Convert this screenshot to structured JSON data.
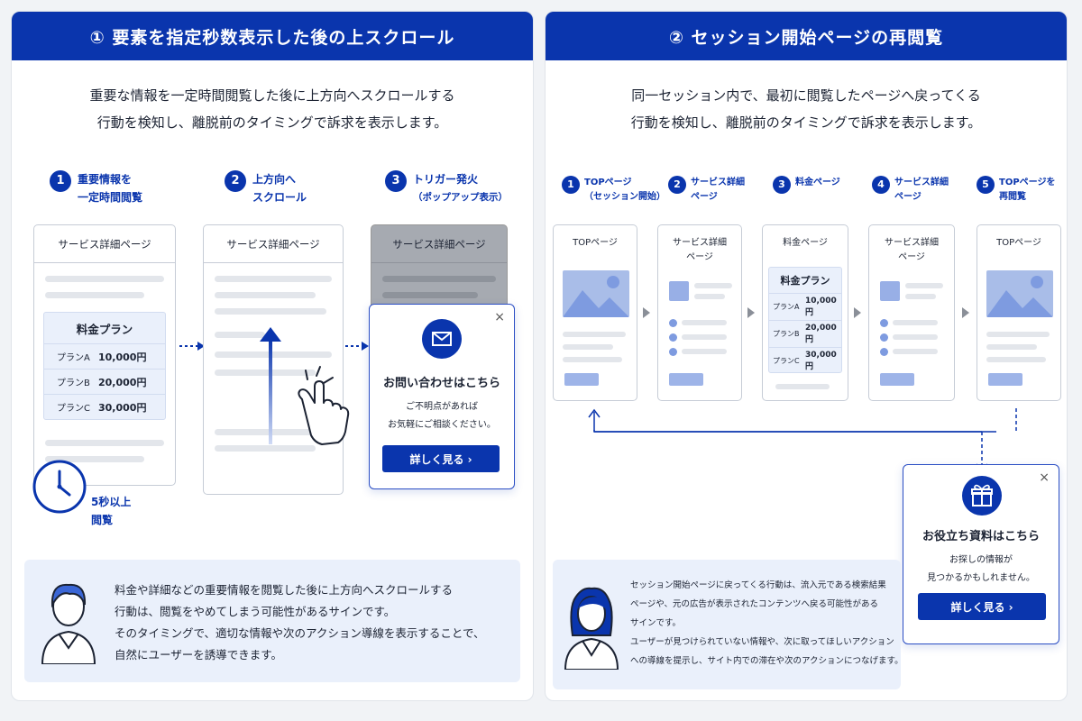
{
  "left": {
    "header": "① 要素を指定秒数表示した後の上スクロール",
    "intro": [
      "重要な情報を一定時間閲覧した後に上方向へスクロールする",
      "行動を検知し、離脱前のタイミングで訴求を表示します。"
    ],
    "steps": [
      {
        "num": "1",
        "lines": [
          "重要情報を",
          "一定時間閲覧"
        ]
      },
      {
        "num": "2",
        "lines": [
          "上方向へ",
          "スクロール"
        ]
      },
      {
        "num": "3",
        "lines": [
          "トリガー発火",
          "（ポップアップ表示）"
        ]
      }
    ],
    "page_title": "サービス詳細ページ",
    "price": {
      "title": "料金プラン",
      "rows": [
        {
          "plan": "プランA",
          "price": "10,000円"
        },
        {
          "plan": "プランB",
          "price": "20,000円"
        },
        {
          "plan": "プランC",
          "price": "30,000円"
        }
      ]
    },
    "clock_label": [
      "5秒以上",
      "閲覧"
    ],
    "popup": {
      "title": "お問い合わせはこちら",
      "desc": [
        "ご不明点があれば",
        "お気軽にご相談ください。"
      ],
      "button": "詳しく見る ›",
      "close": "×"
    },
    "note": [
      "料金や詳細などの重要情報を閲覧した後に上方向へスクロールする",
      "行動は、閲覧をやめてしまう可能性があるサインです。",
      "そのタイミングで、適切な情報や次のアクション導線を表示することで、",
      "自然にユーザーを誘導できます。"
    ]
  },
  "right": {
    "header": "② セッション開始ページの再閲覧",
    "intro": [
      "同一セッション内で、最初に閲覧したページへ戻ってくる",
      "行動を検知し、離脱前のタイミングで訴求を表示します。"
    ],
    "steps": [
      {
        "num": "1",
        "lines": [
          "TOPページ",
          "（セッション開始）"
        ]
      },
      {
        "num": "2",
        "lines": [
          "サービス詳細",
          "ページ"
        ]
      },
      {
        "num": "3",
        "lines": [
          "料金ページ"
        ]
      },
      {
        "num": "4",
        "lines": [
          "サービス詳細",
          "ページ"
        ]
      },
      {
        "num": "5",
        "lines": [
          "TOPページを",
          "再閲覧"
        ]
      }
    ],
    "phones": [
      {
        "title": [
          "TOPページ"
        ]
      },
      {
        "title": [
          "サービス詳細",
          "ページ"
        ]
      },
      {
        "title": [
          "料金ページ"
        ]
      },
      {
        "title": [
          "サービス詳細",
          "ページ"
        ]
      },
      {
        "title": [
          "TOPページ"
        ]
      }
    ],
    "price": {
      "title": "料金プラン",
      "rows": [
        {
          "plan": "プランA",
          "price": "10,000円"
        },
        {
          "plan": "プランB",
          "price": "20,000円"
        },
        {
          "plan": "プランC",
          "price": "30,000円"
        }
      ]
    },
    "popup": {
      "title": "お役立ち資料はこちら",
      "desc": [
        "お探しの情報が",
        "見つかるかもしれません。"
      ],
      "button": "詳しく見る ›",
      "close": "×"
    },
    "note": [
      "セッション開始ページに戻ってくる行動は、流入元である検索結果",
      "ページや、元の広告が表示されたコンテンツへ戻る可能性がある",
      "サインです。",
      "ユーザーが見つけられていない情報や、次に取ってほしいアクション",
      "への導線を提示し、サイト内での滞在や次のアクションにつなげます。"
    ]
  },
  "colors": {
    "primary": "#0a35ad",
    "light": "#eaf0fb",
    "accent": "#7e9be0"
  }
}
